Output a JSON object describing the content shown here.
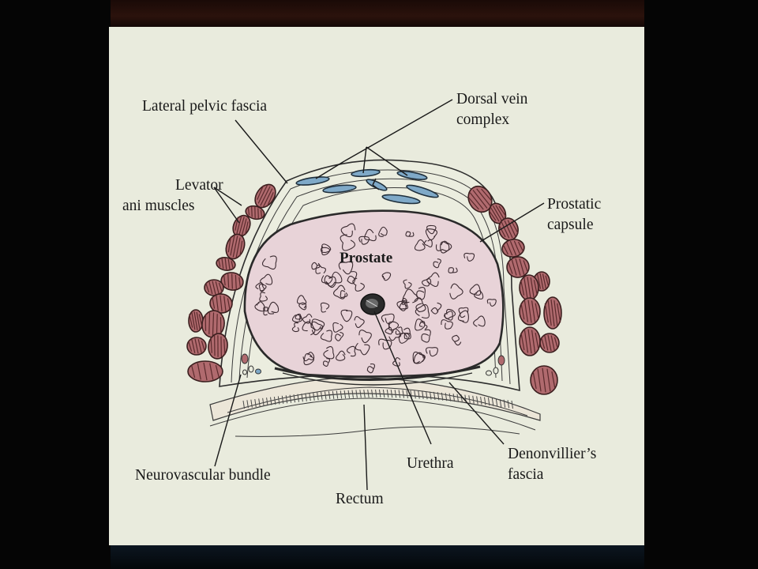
{
  "labels": {
    "lateral_pelvic_fascia": "Lateral pelvic fascia",
    "dorsal_vein_line1": "Dorsal vein",
    "dorsal_vein_line2": "complex",
    "levator_line1": "Levator",
    "levator_line2": "ani muscles",
    "prostatic_capsule_line1": "Prostatic",
    "prostatic_capsule_line2": "capsule",
    "prostate": "Prostate",
    "neurovascular_bundle": "Neurovascular bundle",
    "urethra": "Urethra",
    "denonvillier_line1": "Denonvillier’s",
    "denonvillier_line2": "fascia",
    "rectum": "Rectum"
  },
  "colors": {
    "slide_background": "#e9ebdd",
    "prostate_fill": "#e8d3d8",
    "muscle_fill": "#b06a6e",
    "vein_fill": "#7fa9c8",
    "outer_background": "#050505"
  }
}
